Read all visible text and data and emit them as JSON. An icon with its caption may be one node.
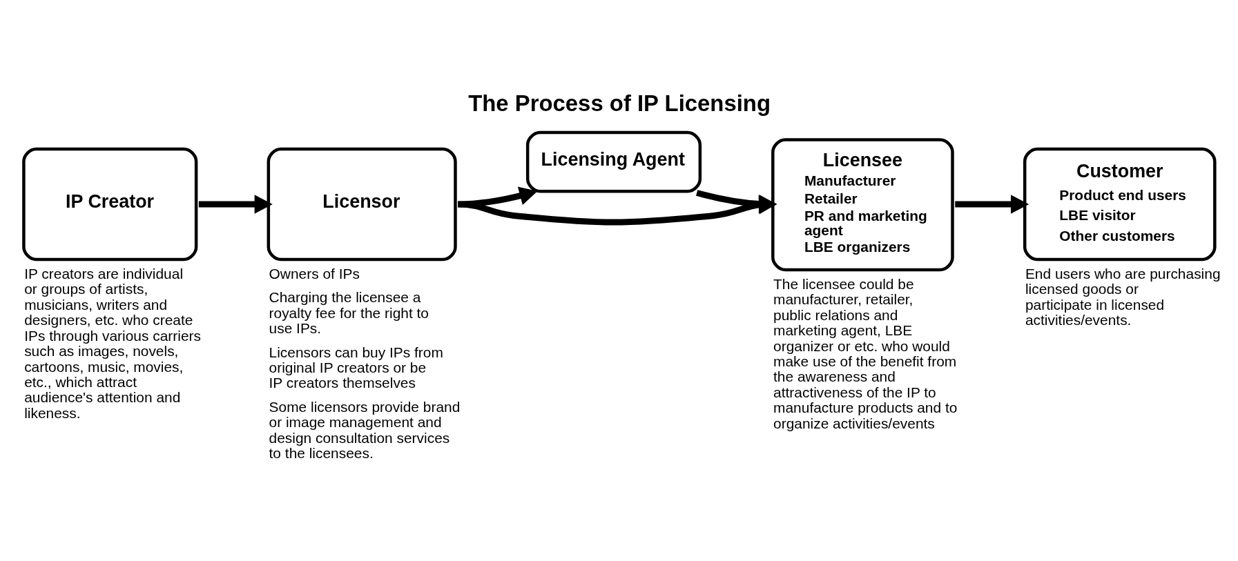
{
  "diagram": {
    "title": "The Process of IP Licensing",
    "nodes": [
      {
        "text": [
          "IP Creator"
        ],
        "beside": [
          "IP creators are individual or groups of artists, musicians, writers and designers, etc. who create IPs through various carriers such as images, novels, cartoons, music, movies, etc., which attract audience's attention and likeness."
        ]
      },
      {
        "text": [
          "Licensor"
        ],
        "beside": [
          "Owners of IPs",
          "Charging the licensee a royalty fee for the right to use IPs.",
          "Licensors can buy IPs from original IP creators or be IP creators themselves",
          "Some licensors provide brand or image management and design consultation services to the licensees."
        ]
      },
      {
        "text": [
          "Licensing Agent"
        ]
      },
      {
        "text": [
          "Licensee",
          "Manufacturer",
          "Retailer",
          "PR and marketing agent",
          "LBE organizers"
        ],
        "beside": [
          "The licensee could be manufacturer, retailer, public relations and marketing agent, LBE organizer or etc. who would make use of the benefit from the awareness and attractiveness of the IP to manufacture products and to organize activities/events"
        ]
      },
      {
        "text": [
          "Customer",
          "Product end users",
          "LBE visitor",
          "Other customers"
        ],
        "beside": [
          "End users who are purchasing licensed goods or participate in licensed activities/events."
        ]
      }
    ],
    "edges": [
      {
        "from": 0,
        "to": 1,
        "arrow": "to"
      },
      {
        "from": 1,
        "to": 2,
        "arrow": "to"
      },
      {
        "from": 1,
        "to": 3,
        "arrow": "to"
      },
      {
        "from": 2,
        "to": 3,
        "arrow": "to"
      },
      {
        "from": 3,
        "to": 4,
        "arrow": "to"
      }
    ]
  }
}
